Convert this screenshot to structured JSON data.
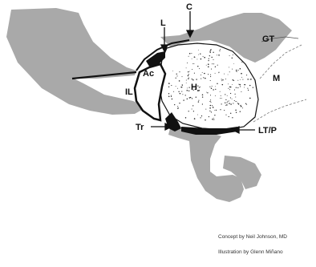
{
  "labels": {
    "c": "C",
    "l": "L",
    "gt": "GT",
    "ac": "Ac",
    "h": "H",
    "m": "M",
    "il": "IL",
    "tr": "Tr",
    "ltp": "LT/P"
  },
  "credits": {
    "concept": "Concept by Neil Johnson, MD",
    "illustration": "Illustration by Glenn Miñano"
  },
  "colors": {
    "bone_gray": "#a9a9a9",
    "ink": "#111111",
    "background": "#ffffff"
  }
}
